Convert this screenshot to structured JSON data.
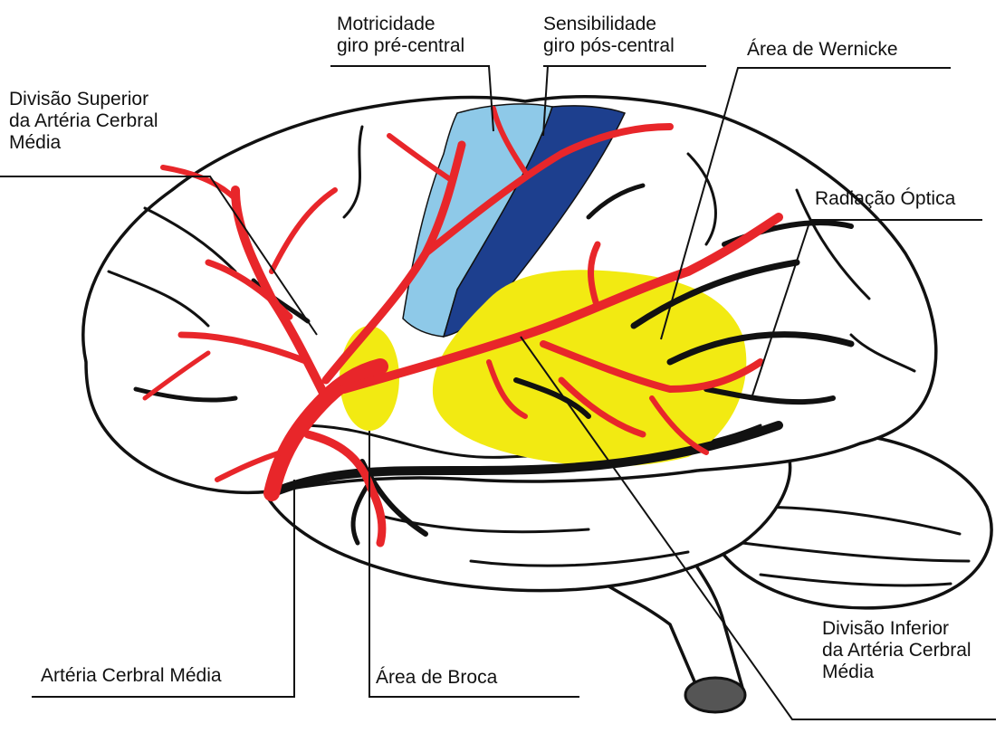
{
  "colors": {
    "artery_red": "#e8262a",
    "deep_vessel_black": "#111111",
    "motor_area_light_blue": "#8ec9e8",
    "sensory_area_dark_blue": "#1d3f8e",
    "language_area_yellow": "#f2ea12"
  },
  "labels": {
    "motor": [
      "Motricidade",
      "giro pré-central"
    ],
    "sensory": [
      "Sensibilidade",
      "giro pós-central"
    ],
    "wernicke": "Área de Wernicke",
    "superior_division": [
      "Divisão Superior",
      "da Artéria Cerbral",
      "Média"
    ],
    "optic_radiation": "Radiação Óptica",
    "inferior_division": [
      "Divisão Inferior",
      "da Artéria Cerbral",
      "Média"
    ],
    "mca": "Artéria Cerbral Média",
    "broca": "Área de Broca"
  }
}
